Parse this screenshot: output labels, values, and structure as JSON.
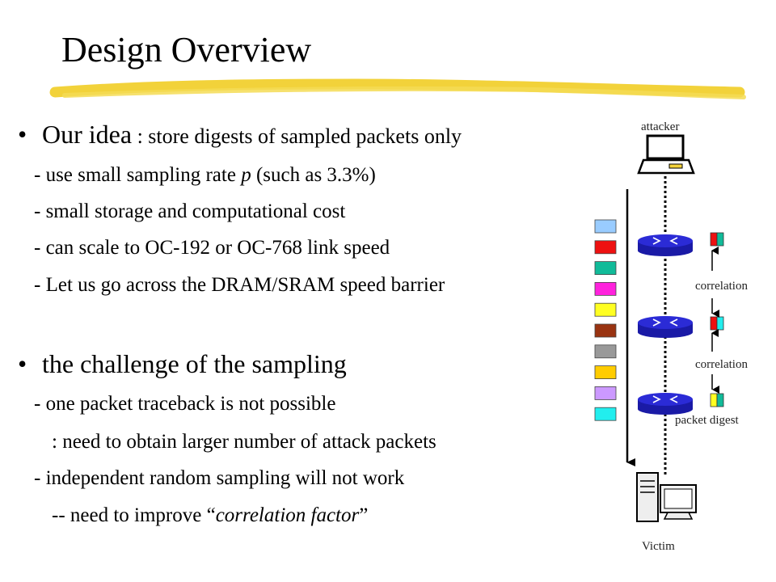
{
  "slide": {
    "title": "Design Overview",
    "bullet1": {
      "lead": "Our idea",
      "rest": " : store digests of sampled packets only"
    },
    "sub1": [
      {
        "pre": "-  use small sampling rate ",
        "em": "p",
        "post": " (such as 3.3%)"
      },
      {
        "text": "-  small storage and computational cost"
      },
      {
        "text": "-  can scale to OC-192 or OC-768 link speed"
      },
      {
        "text": "-  Let us go across the DRAM/SRAM speed barrier"
      }
    ],
    "bullet2": "the challenge of the sampling",
    "sub2": [
      "- one packet traceback is not possible",
      ": need to obtain larger number of attack packets",
      "- independent random sampling will not work"
    ],
    "sub2_last": {
      "pre": "-- need to improve “",
      "em": "correlation factor",
      "post": "”"
    }
  },
  "diagram": {
    "labels": {
      "attacker": "attacker",
      "victim": "Victim",
      "correlation_1": "correlation",
      "correlation_2": "correlation",
      "packet_digest": "packet digest"
    },
    "colors": {
      "router": "#2b2bd6",
      "accent_line": "#f2d23a"
    },
    "packet_colors": [
      "#99ccff",
      "#ee1111",
      "#11bb99",
      "#ff22dd",
      "#ffff22",
      "#993311",
      "#999999",
      "#ffcc00",
      "#cc99ff",
      "#22eeee"
    ],
    "digests": [
      [
        "#ee1111",
        "#11bb99"
      ],
      [
        "#ee1111",
        "#22eeee"
      ],
      [
        "#ffff22",
        "#11bb99"
      ]
    ]
  }
}
